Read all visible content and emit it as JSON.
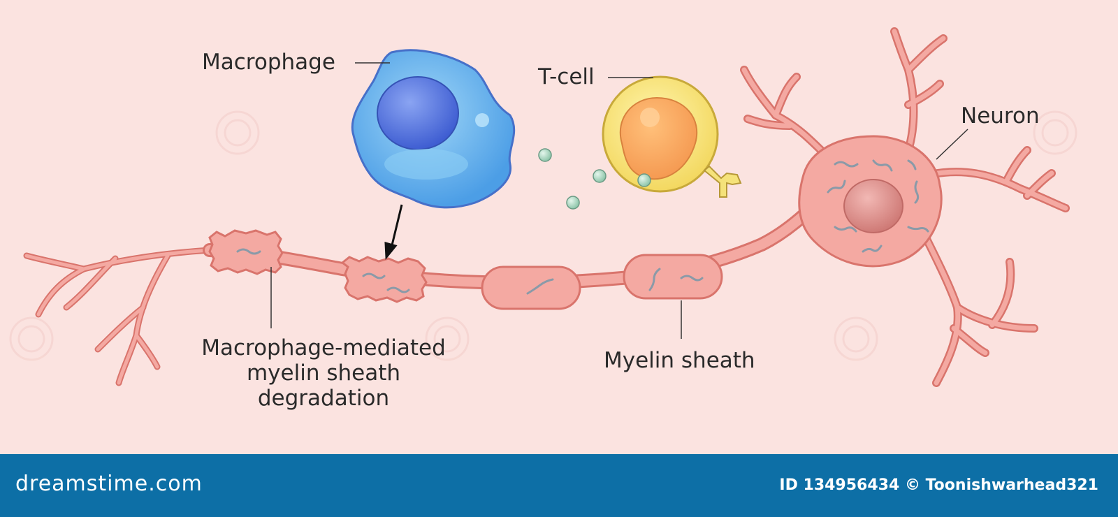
{
  "labels": {
    "macrophage": "Macrophage",
    "tcell": "T-cell",
    "neuron": "Neuron",
    "degradation_line1": "Macrophage-mediated",
    "degradation_line2": "myelin sheath",
    "degradation_line3": "degradation",
    "myelin": "Myelin sheath"
  },
  "footer": {
    "logo": "dreamstime.com",
    "credit": "ID 134956434 © Toonishwarhead321"
  },
  "colors": {
    "background": "#fbe3e0",
    "neuron_fill": "#f4a9a2",
    "neuron_stroke": "#d9746c",
    "macrophage": "#5aa8ea",
    "tcell": "#f6e27a",
    "footer": "#0d6fa6"
  }
}
